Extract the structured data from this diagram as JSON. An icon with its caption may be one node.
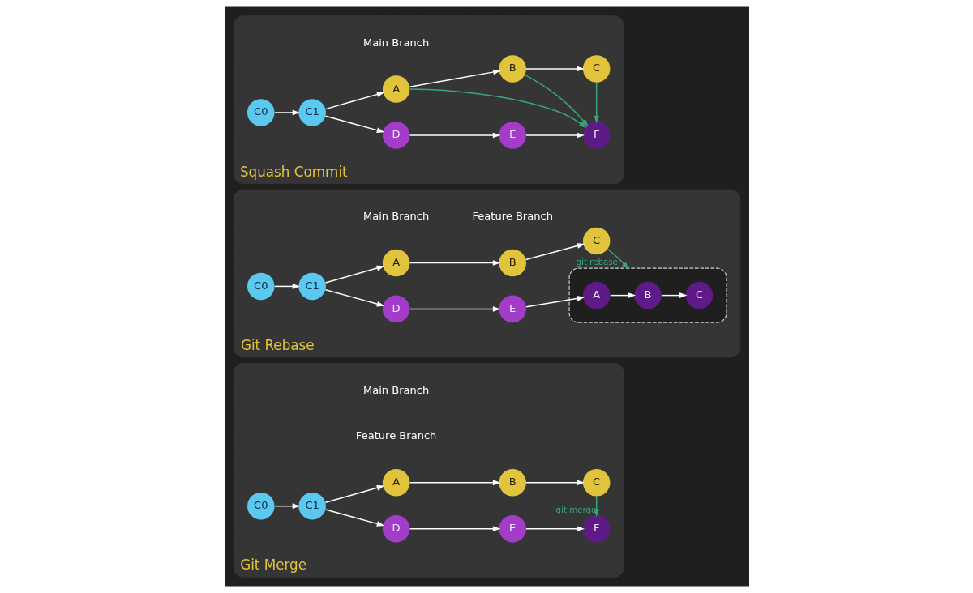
{
  "diagram": {
    "nodes": [
      {
        "text": [
          "Git Merge"
        ],
        "beside": [
          "Main Branch",
          "Feature Branch"
        ]
      },
      {
        "text": [
          "C0"
        ],
        "in": 0
      },
      {
        "text": [
          "C1"
        ],
        "in": 0
      },
      {
        "text": [
          "D"
        ],
        "in": 0
      },
      {
        "text": [
          "E"
        ],
        "in": 0
      },
      {
        "text": [
          "F"
        ],
        "in": 0
      },
      {
        "text": [
          "A"
        ],
        "in": 0
      },
      {
        "text": [
          "B"
        ],
        "in": 0
      },
      {
        "text": [
          "C"
        ],
        "in": 0
      },
      {
        "text": [
          "Git Rebase"
        ],
        "beside": [
          "Main Branch",
          "Feature Branch"
        ]
      },
      {
        "text": [
          "C0"
        ],
        "in": 9
      },
      {
        "text": [
          "C1"
        ],
        "in": 9
      },
      {
        "text": [
          "D"
        ],
        "in": 9
      },
      {
        "text": [
          "E"
        ],
        "in": 9
      },
      {
        "text": [],
        "shape": "box",
        "in": 9
      },
      {
        "text": [
          "A"
        ],
        "in": 14
      },
      {
        "text": [
          "B"
        ],
        "in": 14
      },
      {
        "text": [
          "C"
        ],
        "in": 14
      },
      {
        "text": [
          "A"
        ],
        "in": 9
      },
      {
        "text": [
          "B"
        ],
        "in": 9
      },
      {
        "text": [
          "C"
        ],
        "in": 9
      },
      {
        "text": [
          "Squash Commit"
        ],
        "beside": [
          "Main Branch"
        ]
      },
      {
        "text": [
          "C0"
        ],
        "in": 21
      },
      {
        "text": [
          "C1"
        ],
        "in": 21
      },
      {
        "text": [
          "D"
        ],
        "in": 21
      },
      {
        "text": [
          "E"
        ],
        "in": 21
      },
      {
        "text": [
          "F"
        ],
        "in": 21
      },
      {
        "text": [
          "A"
        ],
        "in": 21
      },
      {
        "text": [
          "B"
        ],
        "in": 21
      },
      {
        "text": [
          "C"
        ],
        "in": 21
      }
    ],
    "edges": [
      {
        "from": 1,
        "to": 2,
        "arrow": "to"
      },
      {
        "from": 2,
        "to": 3,
        "arrow": "to"
      },
      {
        "from": 3,
        "to": 4,
        "arrow": "to"
      },
      {
        "from": 4,
        "to": 5,
        "arrow": "to"
      },
      {
        "from": 2,
        "to": 6,
        "arrow": "to"
      },
      {
        "from": 6,
        "to": 7,
        "arrow": "to"
      },
      {
        "from": 7,
        "to": 8,
        "arrow": "to"
      },
      {
        "from": 8,
        "to": 5,
        "arrow": "to",
        "label": "git merge",
        "color": "#3aa57a"
      },
      {
        "from": 10,
        "to": 11,
        "arrow": "to"
      },
      {
        "from": 11,
        "to": 12,
        "arrow": "to"
      },
      {
        "from": 12,
        "to": 13,
        "arrow": "to"
      },
      {
        "from": 13,
        "to": 15,
        "arrow": "to"
      },
      {
        "from": 15,
        "to": 16,
        "arrow": "to"
      },
      {
        "from": 16,
        "to": 17,
        "arrow": "to"
      },
      {
        "from": 11,
        "to": 18,
        "arrow": "to"
      },
      {
        "from": 18,
        "to": 19,
        "arrow": "to"
      },
      {
        "from": 19,
        "to": 20,
        "arrow": "to"
      },
      {
        "from": 20,
        "to": 14,
        "arrow": "to",
        "label": "git rebase",
        "color": "#3aa57a"
      },
      {
        "from": 22,
        "to": 23,
        "arrow": "to"
      },
      {
        "from": 23,
        "to": 24,
        "arrow": "to"
      },
      {
        "from": 24,
        "to": 25,
        "arrow": "to"
      },
      {
        "from": 25,
        "to": 26,
        "arrow": "to"
      },
      {
        "from": 23,
        "to": 27,
        "arrow": "to"
      },
      {
        "from": 27,
        "to": 28,
        "arrow": "to"
      },
      {
        "from": 28,
        "to": 29,
        "arrow": "to"
      },
      {
        "from": 27,
        "to": 26,
        "arrow": "to",
        "color": "#3aa57a"
      },
      {
        "from": 28,
        "to": 26,
        "arrow": "to",
        "color": "#3aa57a"
      },
      {
        "from": 29,
        "to": 26,
        "arrow": "to",
        "color": "#3aa57a"
      }
    ]
  }
}
